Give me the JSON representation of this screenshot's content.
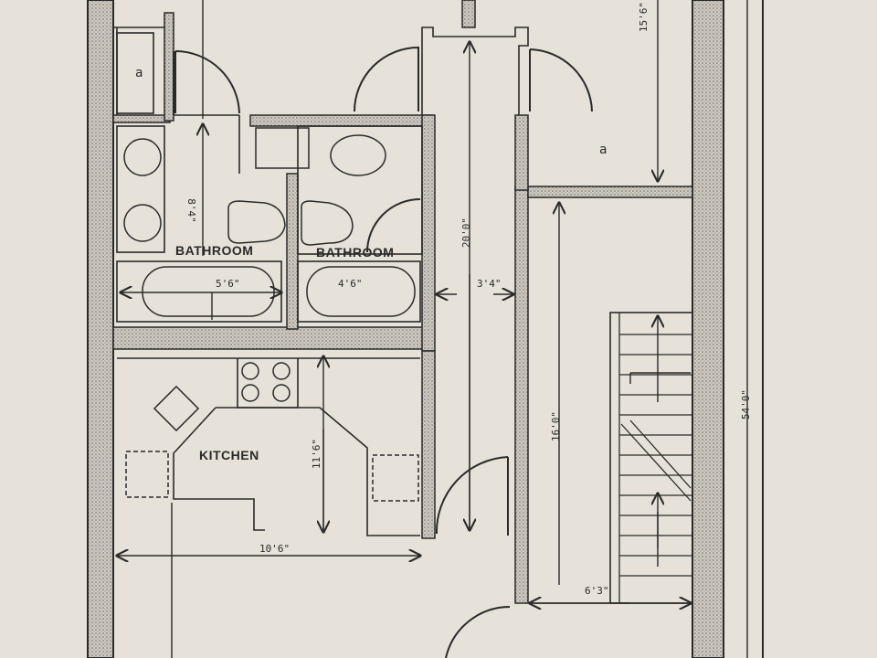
{
  "rooms": {
    "bathroom_left": "BATHROOM",
    "bathroom_right": "BATHROOM",
    "kitchen": "KITCHEN"
  },
  "dimensions": {
    "top_right": "15'6\"",
    "bath_height": "8'4\"",
    "bath_left_tub": "5'6\"",
    "bath_right_tub": "4'6\"",
    "hall_height": "20'0\"",
    "hall_width": "3'4\"",
    "kitchen_height": "11'6\"",
    "kitchen_width": "10'6\"",
    "stair_hall": "16'0\"",
    "total_length": "54'0\"",
    "stair_width": "6'3\""
  },
  "closet_labels": {
    "closet_left": "a",
    "closet_right": "a"
  },
  "colors": {
    "paper": "#e6e2da",
    "ink": "#2a2a2a",
    "wall_fill": "#b8b4ac"
  }
}
